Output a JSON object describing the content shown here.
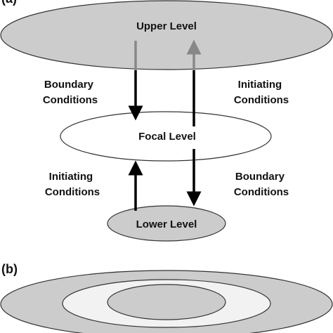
{
  "panels": {
    "a_label": "(a)",
    "b_label": "(b)"
  },
  "levels": {
    "upper": "Upper Level",
    "focal": "Focal Level",
    "lower": "Lower Level"
  },
  "side_labels": {
    "top_left": [
      "Boundary",
      "Conditions"
    ],
    "top_right": [
      "Initiating",
      "Conditions"
    ],
    "bottom_left": [
      "Initiating",
      "Conditions"
    ],
    "bottom_right": [
      "Boundary",
      "Conditions"
    ]
  },
  "colors": {
    "upper_fill": "#cccccc",
    "focal_fill": "#ffffff",
    "lower_fill": "#cccccc",
    "outline": "#333333",
    "arrow_black": "#000000",
    "arrow_grey": "#888888",
    "nested_outer": "#cccccc",
    "nested_middle": "#f2f2f2",
    "nested_inner": "#cccccc"
  }
}
